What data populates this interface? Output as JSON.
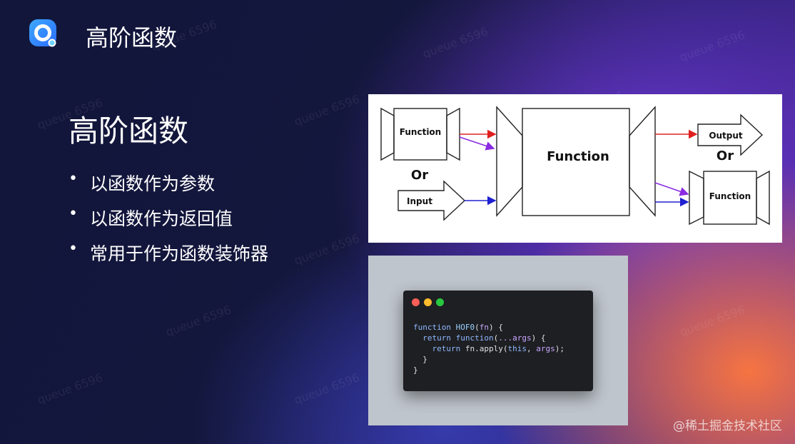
{
  "header": {
    "title": "高阶函数"
  },
  "slide": {
    "title": "高阶函数",
    "bullets": [
      "以函数作为参数",
      "以函数作为返回值",
      "常用于作为函数装饰器"
    ]
  },
  "diagram": {
    "left_box_label": "Function",
    "or_left": "Or",
    "input_label": "Input",
    "center_label": "Function",
    "output_label": "Output",
    "or_right": "Or",
    "right_box_label": "Function"
  },
  "code": {
    "line1": {
      "kw": "function",
      "name": "HOF0",
      "open": "(",
      "param": "fn",
      "close": ") {"
    },
    "line2": {
      "indent": "  ",
      "kw1": "return",
      "kw2": "function",
      "open": "(",
      "param": "...args",
      "close": ") {"
    },
    "line3": {
      "indent": "    ",
      "kw": "return",
      "call": "fn.apply(",
      "this": "this",
      "sep": ", ",
      "param": "args",
      "close": ");"
    },
    "line4": "  }",
    "line5": "}"
  },
  "watermark_text": "queue 6596",
  "credit": "@稀土掘金技术社区",
  "colors": {
    "red_arrow": "#e02020",
    "purple_arrow": "#8a2be2",
    "blue_arrow": "#2020d0",
    "traffic_red": "#ff5f57",
    "traffic_yellow": "#febc2e",
    "traffic_green": "#28c840"
  }
}
